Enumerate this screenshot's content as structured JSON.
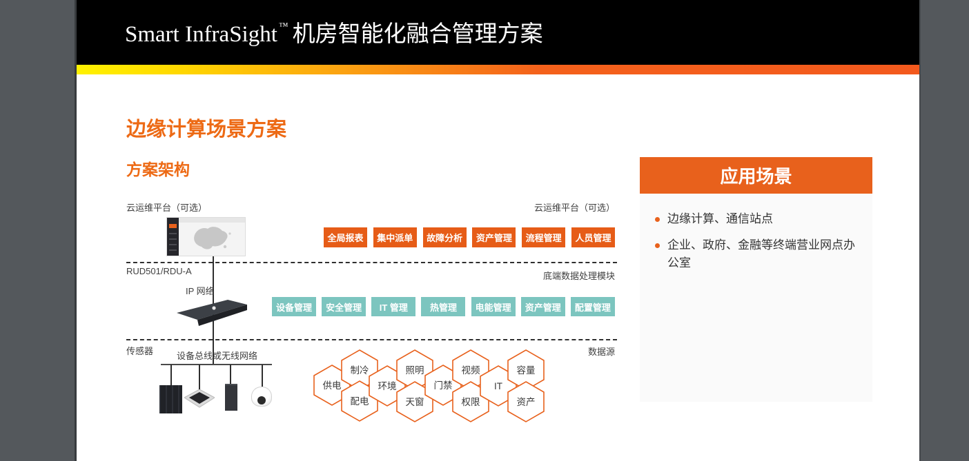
{
  "header": {
    "product": "Smart InfraSight",
    "trademark": "™",
    "title_zh": "机房智能化融合管理方案"
  },
  "headings": {
    "section": "边缘计算场景方案",
    "subsection": "方案架构"
  },
  "diagram": {
    "cloud_label_left": "云运维平台（可选）",
    "cloud_label_right": "云运维平台（可选）",
    "cloud_buttons": [
      "全局报表",
      "集中派单",
      "故障分析",
      "资产管理",
      "流程管理",
      "人员管理"
    ],
    "gateway_label_left": "RUD501/RDU-A",
    "gateway_label_right": "底端数据处理模块",
    "ip_network_label": "IP 网络",
    "gateway_buttons": [
      "设备管理",
      "安全管理",
      "IT 管理",
      "热管理",
      "电能管理",
      "资产管理",
      "配置管理"
    ],
    "sensor_label_left": "传感器",
    "sensor_label_right": "数据源",
    "bus_label": "设备总线或无线网络",
    "hexagons": [
      "供电",
      "制冷",
      "配电",
      "环境",
      "照明",
      "天窗",
      "门禁",
      "视频",
      "权限",
      "IT",
      "容量",
      "资产"
    ]
  },
  "sidebar": {
    "title": "应用场景",
    "bullets": [
      "边缘计算、通信站点",
      "企业、政府、金融等终端营业网点办公室"
    ]
  },
  "colors": {
    "accent_orange": "#E8611C",
    "button_orange": "#E65C17",
    "heading_orange": "#ED6A15",
    "teal": "#7CC5BF",
    "gradient_yellow": "#FFF200",
    "gradient_orange": "#F3591D",
    "viewer_background": "#54585C",
    "header_black": "#000000"
  }
}
